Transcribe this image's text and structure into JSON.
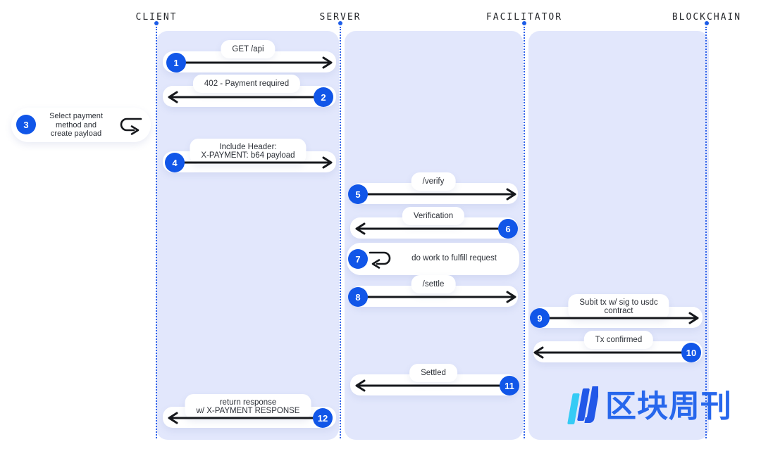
{
  "actors": [
    {
      "label": "CLIENT"
    },
    {
      "label": "SERVER"
    },
    {
      "label": "FACILITATOR"
    },
    {
      "label": "BLOCKCHAIN"
    }
  ],
  "messages": [
    {
      "num": "1",
      "from": "CLIENT",
      "to": "SERVER",
      "lines": [
        "GET /api"
      ]
    },
    {
      "num": "2",
      "from": "SERVER",
      "to": "CLIENT",
      "lines": [
        "402 - Payment required"
      ]
    },
    {
      "num": "3",
      "from": "CLIENT",
      "to": "CLIENT",
      "lines": [
        "Select payment",
        "method and",
        "create payload"
      ]
    },
    {
      "num": "4",
      "from": "CLIENT",
      "to": "SERVER",
      "lines": [
        "Include Header:",
        "X-PAYMENT: b64 payload"
      ]
    },
    {
      "num": "5",
      "from": "SERVER",
      "to": "FACILITATOR",
      "lines": [
        "/verify"
      ]
    },
    {
      "num": "6",
      "from": "FACILITATOR",
      "to": "SERVER",
      "lines": [
        "Verification"
      ]
    },
    {
      "num": "7",
      "from": "SERVER",
      "to": "SERVER",
      "lines": [
        "do work to fulfill request"
      ]
    },
    {
      "num": "8",
      "from": "SERVER",
      "to": "FACILITATOR",
      "lines": [
        "/settle"
      ]
    },
    {
      "num": "9",
      "from": "FACILITATOR",
      "to": "BLOCKCHAIN",
      "lines": [
        "Subit tx w/ sig to usdc",
        "contract"
      ]
    },
    {
      "num": "10",
      "from": "BLOCKCHAIN",
      "to": "FACILITATOR",
      "lines": [
        "Tx confirmed"
      ]
    },
    {
      "num": "11",
      "from": "FACILITATOR",
      "to": "SERVER",
      "lines": [
        "Settled"
      ]
    },
    {
      "num": "12",
      "from": "SERVER",
      "to": "CLIENT",
      "lines": [
        "return response",
        "w/ X-PAYMENT RESPONSE"
      ]
    }
  ],
  "watermark": {
    "text": "区块周刊"
  },
  "colors": {
    "lane_bg": "#E2E7FC",
    "step_circle": "#1156E8",
    "lifeline": "#2F62EA",
    "arrow": "#16181C",
    "bubble": "#FFFFFF",
    "logo_blue": "#2767EC",
    "logo_cyan": "#35CBF5"
  }
}
